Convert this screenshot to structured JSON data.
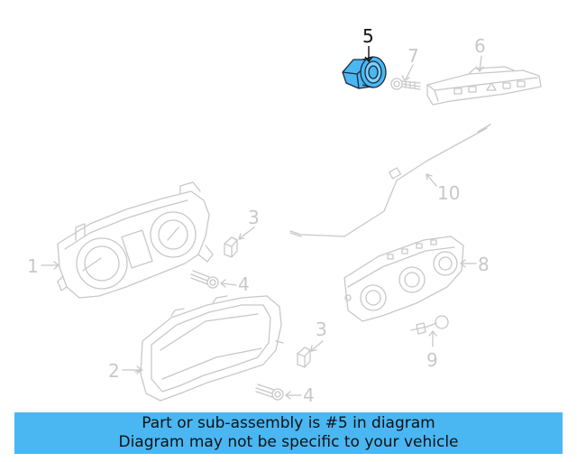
{
  "diagram": {
    "highlighted_part": "5",
    "highlight_color": "#4ab7f3",
    "line_color": "#c8c8c8",
    "callouts": {
      "c1": "1",
      "c2": "2",
      "c3a": "3",
      "c3b": "3",
      "c4a": "4",
      "c4b": "4",
      "c5": "5",
      "c6": "6",
      "c7": "7",
      "c8": "8",
      "c9": "9",
      "c10": "10"
    }
  },
  "banner": {
    "line1": "Part or sub-assembly is #5 in diagram",
    "line2": "Diagram may not be specific to your vehicle",
    "background": "#4ab7f3"
  }
}
